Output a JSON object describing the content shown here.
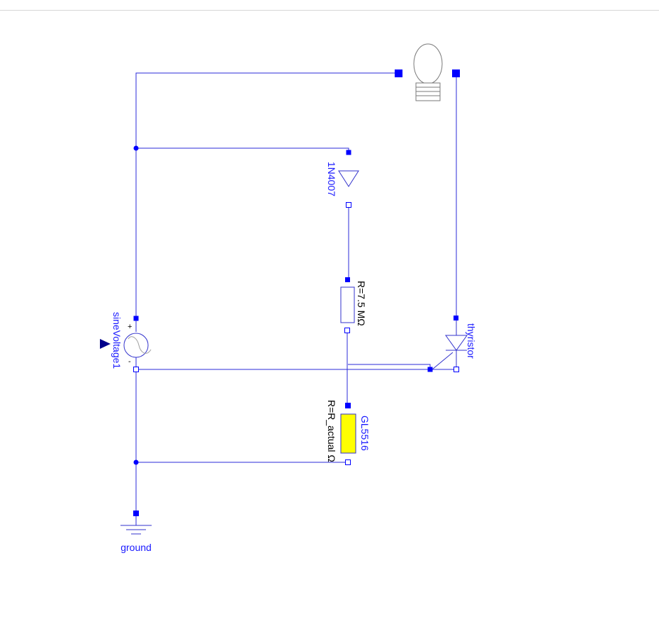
{
  "labels": {
    "diode": "1N4007",
    "resistor": "R=7.5 MΩ",
    "source": "sineVoltage1",
    "thyristor": "thyristor",
    "photoresistor_name": "GL5516",
    "photoresistor_value": "R=R_actual Ω",
    "ground": "ground",
    "plus": "+",
    "minus": "-"
  },
  "colors": {
    "wire": "#2b2bd9",
    "connector": "#0000ff",
    "text": "#1a1aff",
    "photoresistor_fill": "#ffff00",
    "lamp": "#7a7a7a"
  }
}
